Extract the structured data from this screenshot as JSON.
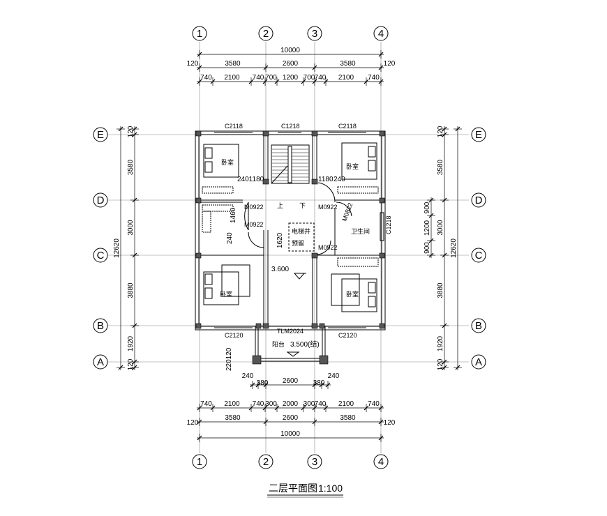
{
  "title": "二层平面图",
  "scale": "1:100",
  "axes_vertical": [
    "1",
    "2",
    "3",
    "4"
  ],
  "axes_horizontal": [
    "E",
    "D",
    "C",
    "B",
    "A"
  ],
  "dims_top": {
    "total": "10000",
    "edge": "120",
    "mid": [
      "3580",
      "2600",
      "3580"
    ],
    "detail": [
      "740",
      "2100",
      "740",
      "700",
      "1200",
      "700",
      "740",
      "2100",
      "740"
    ]
  },
  "dims_bottom": {
    "total": "10000",
    "edge": "120",
    "mid": [
      "3580",
      "2600",
      "3580"
    ],
    "detail": [
      "740",
      "2100",
      "740",
      "300",
      "2000",
      "300",
      "740",
      "2100",
      "740"
    ],
    "balcony": [
      "240",
      "380",
      "2600",
      "380",
      "240"
    ]
  },
  "dims_left": {
    "total": "12620",
    "rows": [
      "120",
      "3580",
      "3000",
      "3880",
      "1920",
      "120"
    ]
  },
  "dims_right": {
    "total": "12620",
    "rows": [
      "120",
      "3580",
      "3000",
      "3880",
      "1920",
      "120"
    ],
    "window": [
      "900",
      "1200",
      "900"
    ]
  },
  "windows": {
    "top_left": "C2118",
    "top_mid": "C1218",
    "top_right": "C2118",
    "bottom_left": "C2120",
    "bottom_right": "C2120",
    "bath": "C1218",
    "balcony_door": "TLM2024"
  },
  "doors": {
    "d1": "M0922",
    "d2": "M0922",
    "d3": "M0922",
    "d4": "M0922",
    "d5": "M0822"
  },
  "rooms": {
    "bed_tl": "卧室",
    "bed_tr": "卧室",
    "bed_bl": "卧室",
    "bed_br": "卧室",
    "bath": "卫生间",
    "elevator_1": "电梯井",
    "elevator_2": "预留",
    "balcony": "阳台",
    "up": "上",
    "down": "下"
  },
  "levels": {
    "hall": "3.600",
    "balcony": "3.500(结)"
  },
  "misc_dims": {
    "a": "2401180",
    "b": "1180",
    "b2": "240",
    "c": "1460",
    "d": "240",
    "e": "1620",
    "f": "220120"
  }
}
